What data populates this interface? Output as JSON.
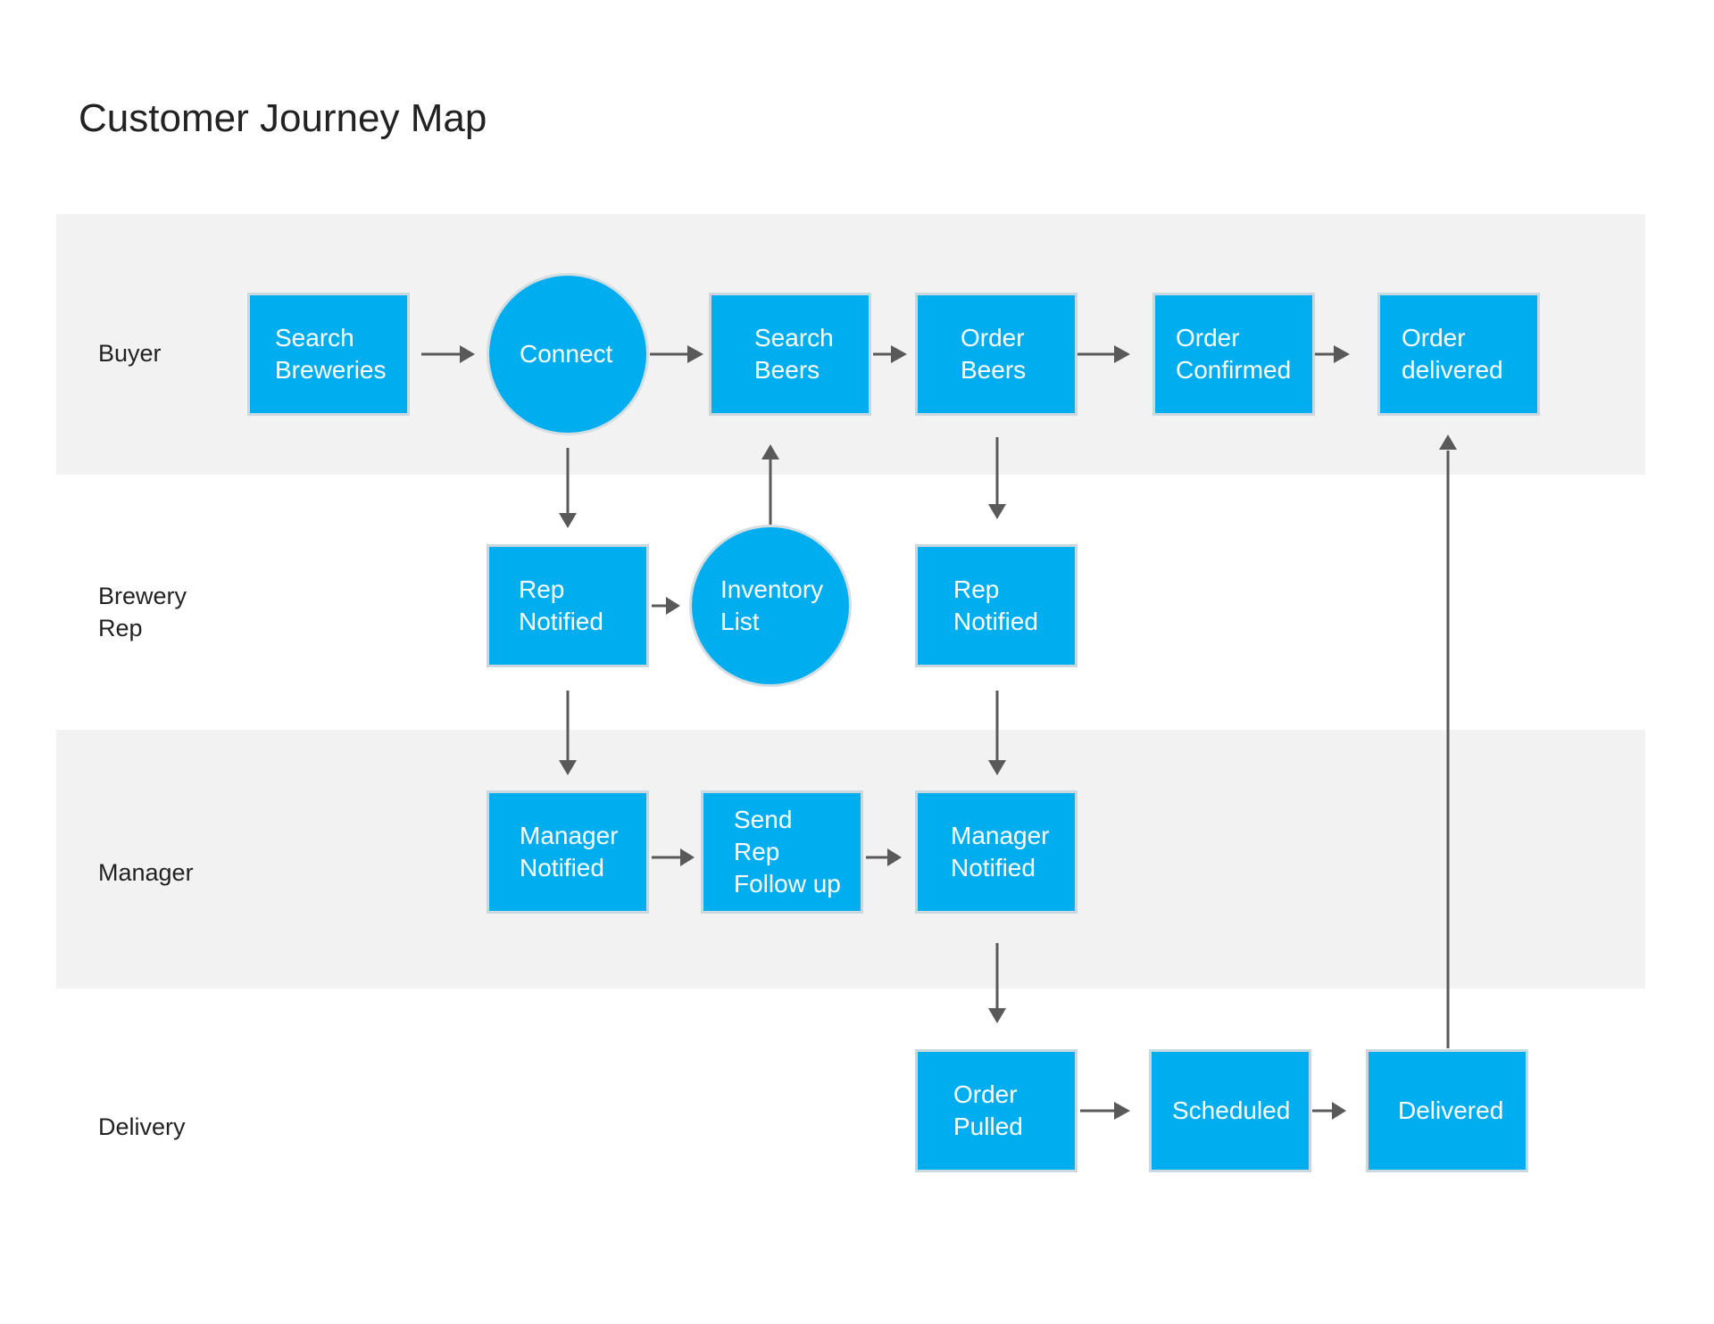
{
  "title": "Customer Journey Map",
  "colors": {
    "node_fill": "#00aeef",
    "band": "#f2f2f2",
    "arrow": "#595959"
  },
  "lanes": [
    {
      "label": "Buyer"
    },
    {
      "label": "Brewery\nRep"
    },
    {
      "label": "Manager"
    },
    {
      "label": "Delivery"
    }
  ],
  "nodes": {
    "search_breweries": "Search\nBreweries",
    "connect": "Connect",
    "search_beers": "Search\nBeers",
    "order_beers": "Order\nBeers",
    "order_confirmed": "Order\nConfirmed",
    "order_delivered": "Order\ndelivered",
    "rep_notified_1": "Rep\nNotified",
    "inventory_list": "Inventory\nList",
    "rep_notified_2": "Rep\nNotified",
    "manager_notified_1": "Manager\nNotified",
    "send_rep_follow_up": "Send\nRep\nFollow up",
    "manager_notified_2": "Manager\nNotified",
    "order_pulled": "Order\nPulled",
    "scheduled": "Scheduled",
    "delivered": "Delivered"
  }
}
